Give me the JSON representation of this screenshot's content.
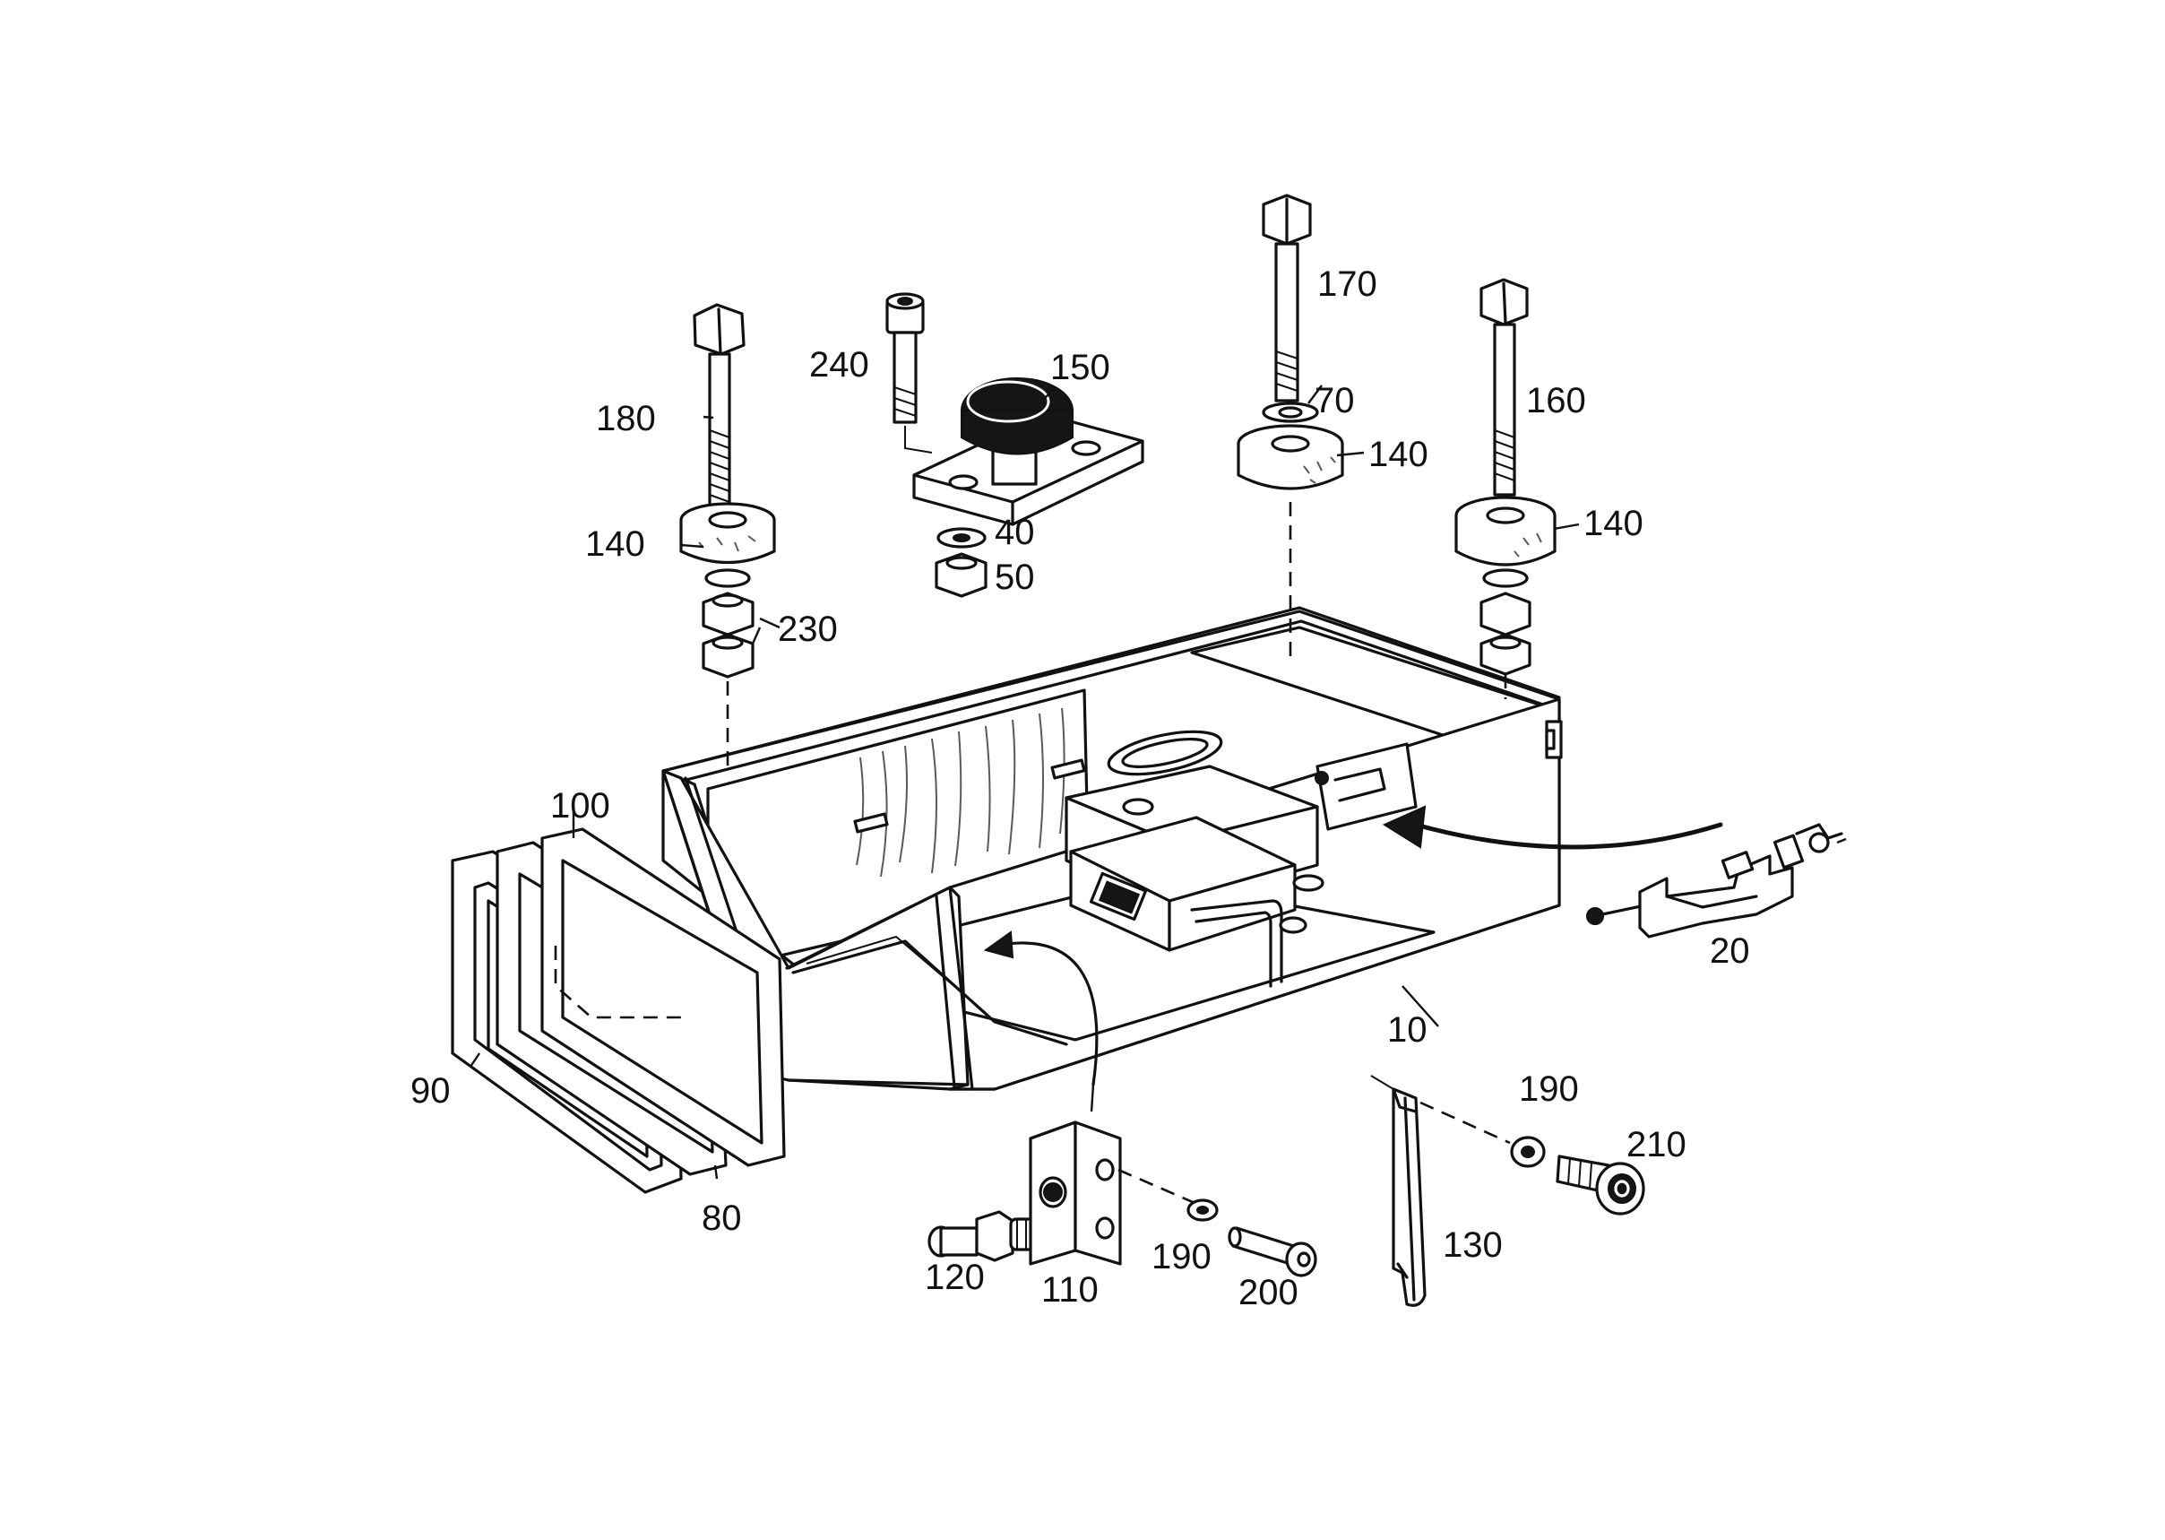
{
  "labels": {
    "p10": "10",
    "p20": "20",
    "p40": "40",
    "p50": "50",
    "p70": "70",
    "p80": "80",
    "p90": "90",
    "p100": "100",
    "p110": "110",
    "p120": "120",
    "p130": "130",
    "p140a": "140",
    "p140b": "140",
    "p140c": "140",
    "p150": "150",
    "p160": "160",
    "p170": "170",
    "p180": "180",
    "p190a": "190",
    "p190b": "190",
    "p200": "200",
    "p210": "210",
    "p230": "230",
    "p240": "240"
  }
}
